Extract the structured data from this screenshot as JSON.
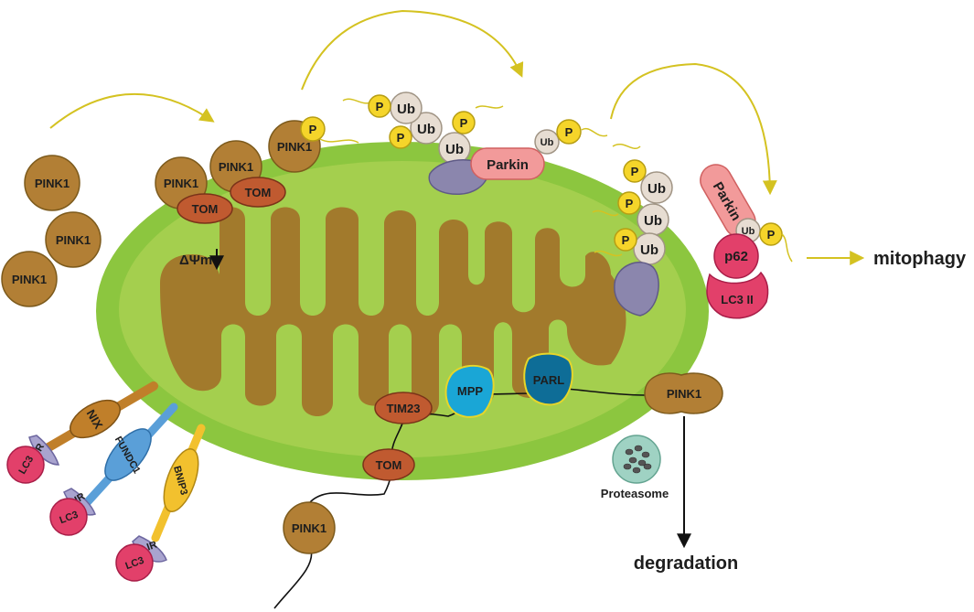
{
  "labels": {
    "pink1": "PINK1",
    "tom": "TOM",
    "tim23": "TIM23",
    "mpp": "MPP",
    "parl": "PARL",
    "parkin": "Parkin",
    "ub": "Ub",
    "p": "P",
    "p62": "p62",
    "lc3ii": "LC3 II",
    "lc3": "LC3",
    "lir": "LIR",
    "nix": "NIX",
    "fundc1": "FUNDC1",
    "bnip3": "BNIP3",
    "proteasome": "Proteasome",
    "delta_psi_m": "ΔΨm",
    "mitophagy": "mitophagy",
    "degradation": "degradation"
  },
  "colors": {
    "outer_membrane": "#8cc63f",
    "inner_space": "#a4cf4e",
    "matrix": "#a27a2c",
    "pink1": "#b27f35",
    "tom": "#c05a30",
    "ub": "#e7ddd2",
    "phospho": "#f5d52a",
    "parkin": "#f29a9a",
    "anchor": "#8b86ad",
    "p62": "#e2406a",
    "lir": "#a9a4cf",
    "nix": "#c07f2a",
    "fundc1": "#5a9fd8",
    "bnip3": "#f2c12e",
    "mpp": "#1aa6d6",
    "parl": "#0e6d97",
    "proteasome": "#9fd2c3",
    "arrow": "#d4c221"
  }
}
